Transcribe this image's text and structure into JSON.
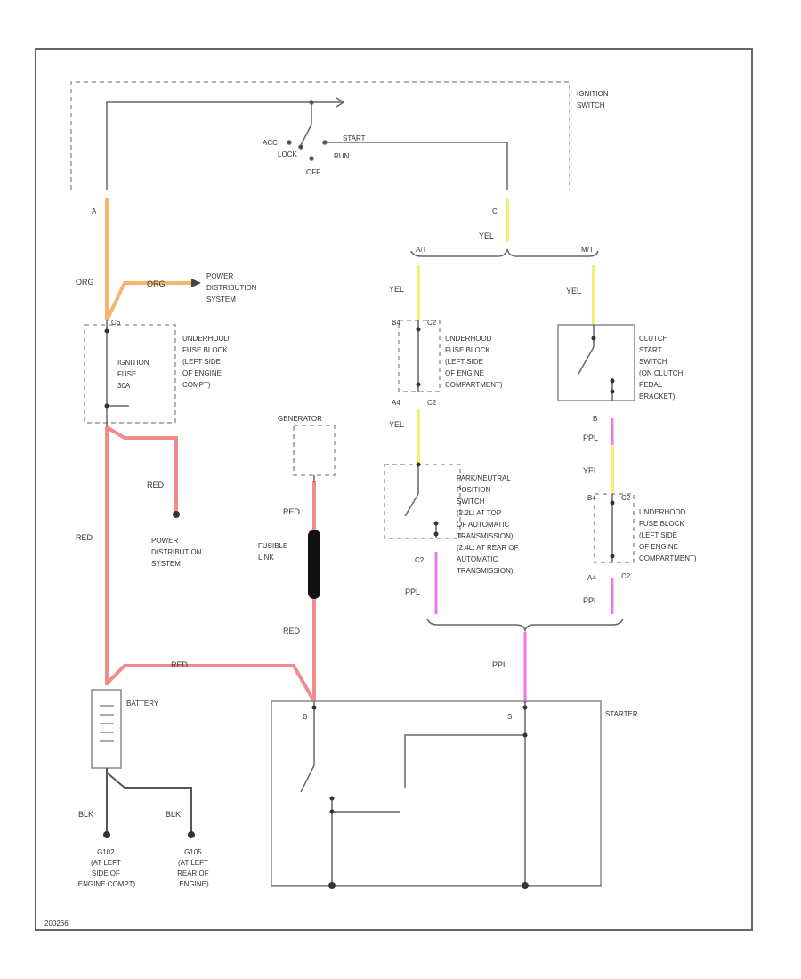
{
  "labels": {
    "ignition_switch": [
      "IGNITION",
      "SWITCH"
    ],
    "sw_acc": "ACC",
    "sw_lock": "LOCK",
    "sw_off": "OFF",
    "sw_run": "RUN",
    "sw_start": "START",
    "term_a": "A",
    "term_c": "C",
    "org_1": "ORG",
    "org_2": "ORG",
    "pds_top": [
      "POWER",
      "DISTRIBUTION",
      "SYSTEM"
    ],
    "c6": "C6",
    "ufb_left": [
      "UNDERHOOD",
      "FUSE BLOCK",
      "(LEFT SIDE",
      "OF ENGINE",
      "COMPT)"
    ],
    "ign_fuse": [
      "IGNITION",
      "FUSE",
      "30A"
    ],
    "red_1": "RED",
    "red_2": "RED",
    "red_3": "RED",
    "red_4": "RED",
    "red_5": "RED",
    "pds_mid": [
      "POWER",
      "DISTRIBUTION",
      "SYSTEM"
    ],
    "generator": "GENERATOR",
    "fusible_link": [
      "FUSIBLE",
      "LINK"
    ],
    "battery": "BATTERY",
    "blk_1": "BLK",
    "blk_2": "BLK",
    "g102": [
      "G102",
      "(AT LEFT",
      "SIDE OF",
      "ENGINE COMPT)"
    ],
    "g105": [
      "G105",
      "(AT LEFT",
      "REAR OF",
      "ENGINE)"
    ],
    "at": "A/T",
    "mt": "M/T",
    "yel_1": "YEL",
    "yel_2": "YEL",
    "yel_3": "YEL",
    "yel_4": "YEL",
    "yel_5": "YEL",
    "b4_l": "B4",
    "c2_l1": "C2",
    "a4_l": "A4",
    "c2_l2": "C2",
    "ufb_mid": [
      "UNDERHOOD",
      "FUSE BLOCK",
      "(LEFT SIDE",
      "OF ENGINE",
      "COMPARTMENT)"
    ],
    "clutch": [
      "CLUTCH",
      "START",
      "SWITCH",
      "(ON CLUTCH",
      "PEDAL",
      "BRACKET)"
    ],
    "term_b": "B",
    "ppl_1": "PPL",
    "ppl_2": "PPL",
    "ppl_3": "PPL",
    "ppl_4": "PPL",
    "b4_r": "B4",
    "c2_r1": "C2",
    "a4_r": "A4",
    "c2_r2": "C2",
    "ufb_right": [
      "UNDERHOOD",
      "FUSE BLOCK",
      "(LEFT SIDE",
      "OF ENGINE",
      "COMPARTMENT)"
    ],
    "pnp": [
      "PARK/NEUTRAL",
      "POSITION",
      "SWITCH",
      "(2.2L: AT TOP",
      "OF AUTOMATIC",
      "TRANSMISSION)",
      "(2.4L: AT REAR OF",
      "AUTOMATIC",
      "TRANSMISSION)"
    ],
    "c2_pnp": "C2",
    "starter": "STARTER",
    "st_b": "B",
    "st_s": "S",
    "code": "200266"
  },
  "colors": {
    "orange": "#f5b56a",
    "red": "#f28b8b",
    "yellow": "#f5f07a",
    "purple": "#ee77e8",
    "line": "#555555",
    "dash": "#999999"
  }
}
